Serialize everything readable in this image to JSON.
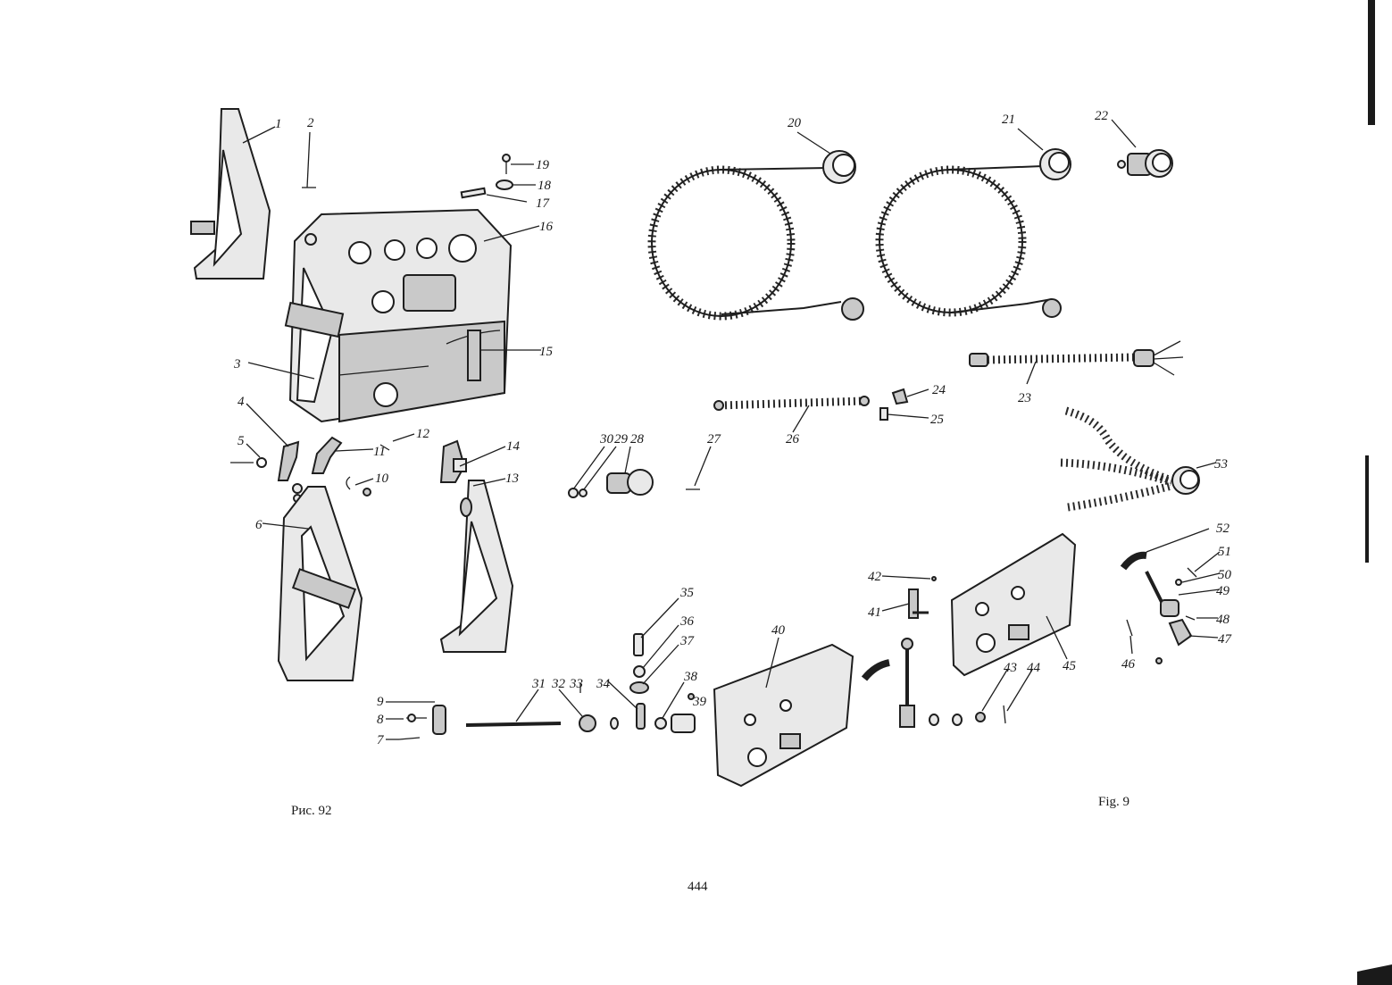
{
  "figure": {
    "caption_left": "Рис. 92",
    "caption_right": "Fig. 9",
    "page_number": "444"
  },
  "callouts": {
    "c1": "1",
    "c2": "2",
    "c3": "3",
    "c4": "4",
    "c5": "5",
    "c6": "6",
    "c7": "7",
    "c8": "8",
    "c9": "9",
    "c10": "10",
    "c11": "11",
    "c12": "12",
    "c13": "13",
    "c14": "14",
    "c15": "15",
    "c16": "16",
    "c17": "17",
    "c18": "18",
    "c19": "19",
    "c20": "20",
    "c21": "21",
    "c22": "22",
    "c23": "23",
    "c24": "24",
    "c25": "25",
    "c26": "26",
    "c27": "27",
    "c28": "28",
    "c29": "29",
    "c30": "30",
    "c31": "31",
    "c32": "32",
    "c33": "33",
    "c34": "34",
    "c35": "35",
    "c36": "36",
    "c37": "37",
    "c38": "38",
    "c39": "39",
    "c40": "40",
    "c41": "41",
    "c42": "42",
    "c43": "43",
    "c44": "44",
    "c45": "45",
    "c46": "46",
    "c47": "47",
    "c48": "48",
    "c49": "49",
    "c50": "50",
    "c51": "51",
    "c52": "52",
    "c53": "53"
  }
}
